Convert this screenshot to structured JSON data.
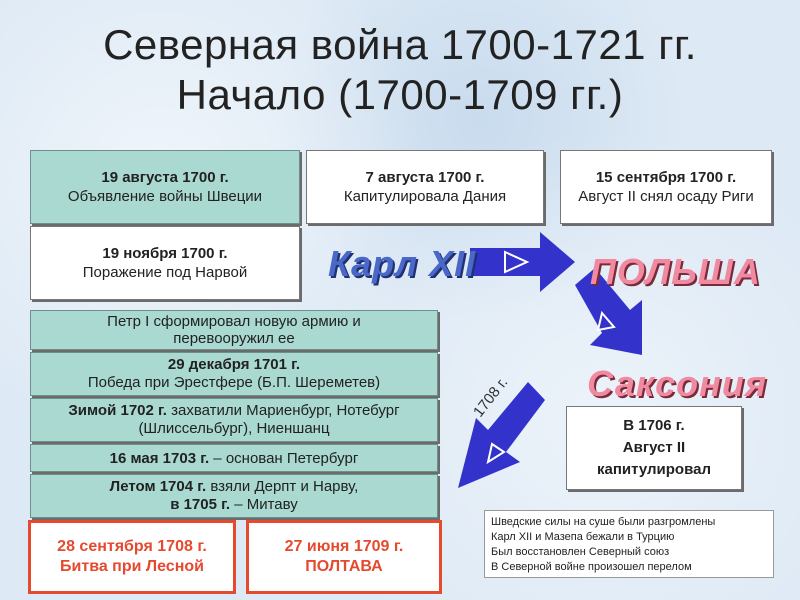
{
  "title": {
    "line1": "Северная война 1700-1721 гг.",
    "line2": "Начало (1700-1709 гг.)"
  },
  "top_boxes": [
    {
      "date": "19 августа 1700 г.",
      "text": "Объявление войны Швеции"
    },
    {
      "date": "7 августа 1700 г.",
      "text": "Капитулировала Дания"
    },
    {
      "date": "15 сентября 1700 г.",
      "text": "Август II снял осаду Риги"
    }
  ],
  "narva": {
    "date": "19 ноября 1700 г.",
    "text": "Поражение под Нарвой"
  },
  "events": [
    {
      "text": "Петр I сформировал новую армию и перевооружил ее"
    },
    {
      "date": "29 декабря 1701 г.",
      "text": "Победа при Эрестфере (Б.П. Шереметев)"
    },
    {
      "date": "Зимой 1702 г.",
      "text": " захватили Мариенбург, Нотебург (Шлиссельбург), Ниеншанц"
    },
    {
      "date": "16 мая 1703 г.",
      "text": " – основан Петербург"
    },
    {
      "date": "Летом 1704 г.",
      "text": " взяли Дерпт и Нарву,",
      "date2": "в 1705 г.",
      "text2": " – Митаву"
    }
  ],
  "battles": [
    {
      "line1": "28 сентября 1708 г.",
      "line2": "Битва при Лесной"
    },
    {
      "line1": "27 июня 1709 г.",
      "line2": "ПОЛТАВА"
    }
  ],
  "labels": {
    "karl": "Карл XII",
    "poland": "ПОЛЬША",
    "saxony": "Саксония",
    "year": "1708 г."
  },
  "capitulation": {
    "line1": "В 1706 г.",
    "line2": "Август II",
    "line3": "капитулировал"
  },
  "notes": [
    "Шведские силы на суше были разгромлены",
    "Карл XII и Мазепа бежали в Турцию",
    "Был восстановлен Северный союз",
    "В Северной войне произошел перелом"
  ],
  "colors": {
    "teal": "#a9d9d0",
    "arrow": "#3333cc",
    "accent_red": "#e54a2f",
    "karl_blue": "#4a68c8",
    "pink": "#f08aa0"
  }
}
